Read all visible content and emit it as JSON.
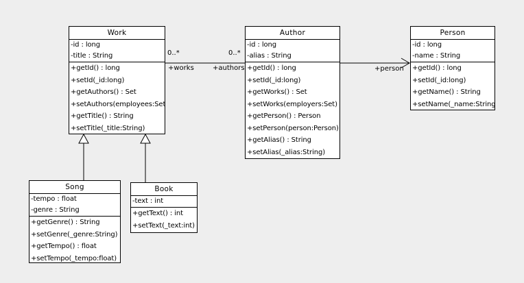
{
  "diagram_type": "uml-class-diagram",
  "colors": {
    "canvas_bg": "#eeeeee",
    "box_fill": "#ffffff",
    "stroke": "#000000",
    "text": "#000000"
  },
  "classes": [
    {
      "name": "Work",
      "attributes": [
        "-id : long",
        "-title : String"
      ],
      "methods": [
        "+getId() : long",
        "+setId(_id:long)",
        "+getAuthors() : Set",
        "+setAuthors(employees:Set)",
        "+getTitle() : String",
        "+setTitle(_title:String)"
      ]
    },
    {
      "name": "Author",
      "attributes": [
        "-id : long",
        "-alias : String"
      ],
      "methods": [
        "+getId() : long",
        "+setId(_id:long)",
        "+getWorks() : Set",
        "+setWorks(employers:Set)",
        "+getPerson() : Person",
        "+setPerson(person:Person)",
        "+getAlias() : String",
        "+setAlias(_alias:String)"
      ]
    },
    {
      "name": "Person",
      "attributes": [
        "-id : long",
        "-name : String"
      ],
      "methods": [
        "+getId() : long",
        "+setId(_id:long)",
        "+getName() : String",
        "+setName(_name:String)"
      ]
    },
    {
      "name": "Song",
      "attributes": [
        "-tempo : float",
        "-genre : String"
      ],
      "methods": [
        "+getGenre() : String",
        "+setGenre(_genre:String)",
        "+getTempo() : float",
        "+setTempo(_tempo:float)"
      ]
    },
    {
      "name": "Book",
      "attributes": [
        "-text : int"
      ],
      "methods": [
        "+getText() : int",
        "+setText(_text:int)"
      ]
    }
  ],
  "associations": [
    {
      "from": "Work",
      "to": "Author",
      "from_multiplicity": "0..*",
      "to_multiplicity": "0..*",
      "from_role": "+works",
      "to_role": "+authors",
      "arrow": "none"
    },
    {
      "from": "Author",
      "to": "Person",
      "to_role": "+person",
      "arrow": "open-arrowhead"
    }
  ],
  "generalizations": [
    {
      "from": "Song",
      "to": "Work"
    },
    {
      "from": "Book",
      "to": "Work"
    }
  ]
}
